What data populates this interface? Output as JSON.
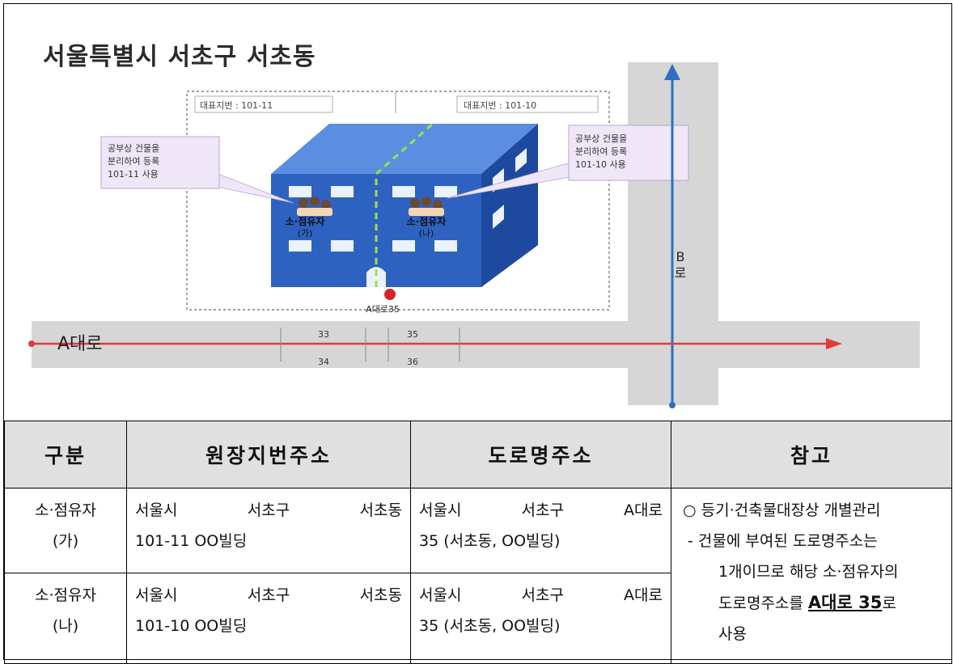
{
  "diagram": {
    "title": "서울특별시 서초구 서초동",
    "lot_left": "대표지번 : 101-11",
    "lot_right": "대표지번 : 101-10",
    "callout_left": [
      "공부상 건물을",
      "분리하여 등록",
      "101-11 사용"
    ],
    "callout_right": [
      "공부상 건물을",
      "분리하여 등록",
      "101-10 사용"
    ],
    "owner_left": [
      "소·점유자",
      "(가)"
    ],
    "owner_right": [
      "소·점유자",
      "(나)"
    ],
    "address_point": "A대로35",
    "road_a": "A대로",
    "road_b": [
      "B",
      "로"
    ],
    "numbers": {
      "n33": "33",
      "n34": "34",
      "n35": "35",
      "n36": "36"
    },
    "colors": {
      "building": "#2e62c0",
      "road_line": "#e23b3b",
      "b_road": "#2f6fbf",
      "road_band": "#d6d6d6"
    }
  },
  "table": {
    "headers": [
      "구분",
      "원장지번주소",
      "도로명주소",
      "참고"
    ],
    "rows": [
      {
        "category": [
          "소·점유자",
          "(가)"
        ],
        "lot_address": {
          "line1": [
            "서울시",
            "서초구",
            "서초동"
          ],
          "line2": "101-11 OO빌딩"
        },
        "road_address": {
          "line1": [
            "서울시",
            "서초구",
            "A대로"
          ],
          "line2": "35 (서초동, OO빌딩)"
        }
      },
      {
        "category": [
          "소·점유자",
          "(나)"
        ],
        "lot_address": {
          "line1": [
            "서울시",
            "서초구",
            "서초동"
          ],
          "line2": "101-10 OO빌딩"
        },
        "road_address": {
          "line1": [
            "서울시",
            "서초구",
            "A대로"
          ],
          "line2": "35 (서초동, OO빌딩)"
        }
      }
    ],
    "reference": {
      "line1": "○ 등기·건축물대장상 개별관리",
      "line2": "- 건물에 부여된 도로명주소는",
      "line3": "1개이므로 해당 소·점유자의",
      "line4_pre": "도로명주소를 ",
      "line4_highlight": "A대로 35",
      "line4_post": "로",
      "line5": "사용"
    }
  }
}
